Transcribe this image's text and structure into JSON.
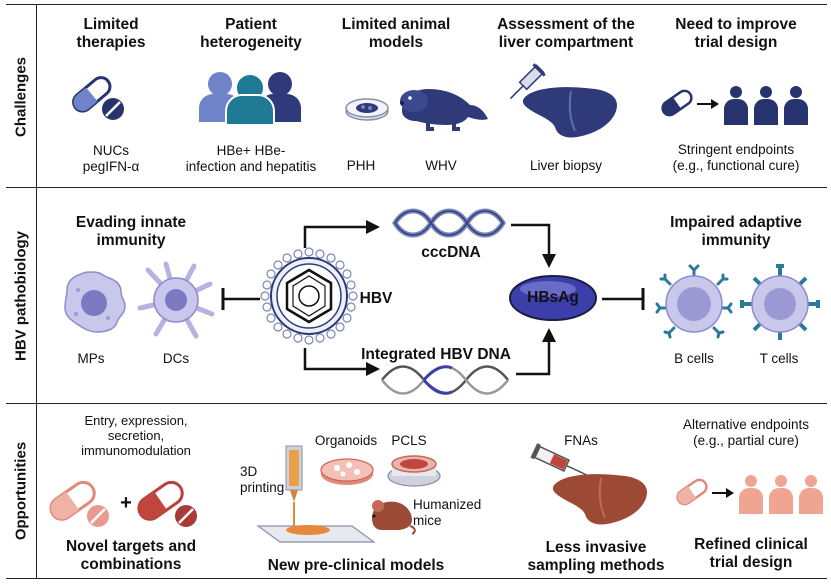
{
  "rows": {
    "challenges": "Challenges",
    "pathobiology": "HBV pathobiology",
    "opportunities": "Opportunities"
  },
  "challenges": {
    "therapies_title": "Limited therapies",
    "therapies_l1": "Limited",
    "therapies_l2": "therapies",
    "nucs": "NUCs",
    "pegifn": "pegIFN-α",
    "patient_l1": "Patient",
    "patient_l2": "heterogeneity",
    "hbe": "HBe+ HBe-",
    "infection": "infection and hepatitis",
    "animal_l1": "Limited animal",
    "animal_l2": "models",
    "phh": "PHH",
    "whv": "WHV",
    "liver_l1": "Assessment of the",
    "liver_l2": "liver compartment",
    "biopsy": "Liver biopsy",
    "trial_l1": "Need to improve",
    "trial_l2": "trial design",
    "stringent_l1": "Stringent endpoints",
    "stringent_l2": "(e.g., functional cure)"
  },
  "pathobiology": {
    "innate_l1": "Evading innate",
    "innate_l2": "immunity",
    "mps": "MPs",
    "dcs": "DCs",
    "hbv": "HBV",
    "cccdna": "cccDNA",
    "integrated": "Integrated HBV DNA",
    "hbsag": "HBsAg",
    "adaptive_l1": "Impaired adaptive",
    "adaptive_l2": "immunity",
    "bcells": "B cells",
    "tcells": "T cells"
  },
  "opportunities": {
    "entry_l1": "Entry, expression,",
    "entry_l2": "secretion,",
    "entry_l3": "immunomodulation",
    "plus": "+",
    "novel_l1": "Novel targets and",
    "novel_l2": "combinations",
    "organoids": "Organoids",
    "pcls": "PCLS",
    "printing_l1": "3D",
    "printing_l2": "printing",
    "humanized_l1": "Humanized",
    "humanized_l2": "mice",
    "preclinical": "New pre-clinical models",
    "fnas": "FNAs",
    "invasive_l1": "Less invasive",
    "invasive_l2": "sampling methods",
    "alt_l1": "Alternative endpoints",
    "alt_l2": "(e.g., partial cure)",
    "refined_l1": "Refined clinical",
    "refined_l2": "trial design"
  },
  "icons": [
    "pill-icon",
    "people-icon",
    "petri-dish-icon",
    "woodchuck-icon",
    "liver-icon",
    "syringe-icon",
    "arrow-icon",
    "person-icon",
    "cell-icon",
    "virus-icon",
    "dna-icon",
    "antibody-icon",
    "bioprinter-icon",
    "mouse-icon"
  ],
  "colors": {
    "challenge_blue": "#26336e",
    "challenge_light": "#5b6fb5",
    "people_teal": "#1f7a95",
    "pill_pink": "#e89a8c",
    "pill_red": "#c0453d",
    "liver_brown": "#9c4a36",
    "cell_lavender": "#b6b3e0",
    "hbsag_fill": "#3c3faa"
  }
}
